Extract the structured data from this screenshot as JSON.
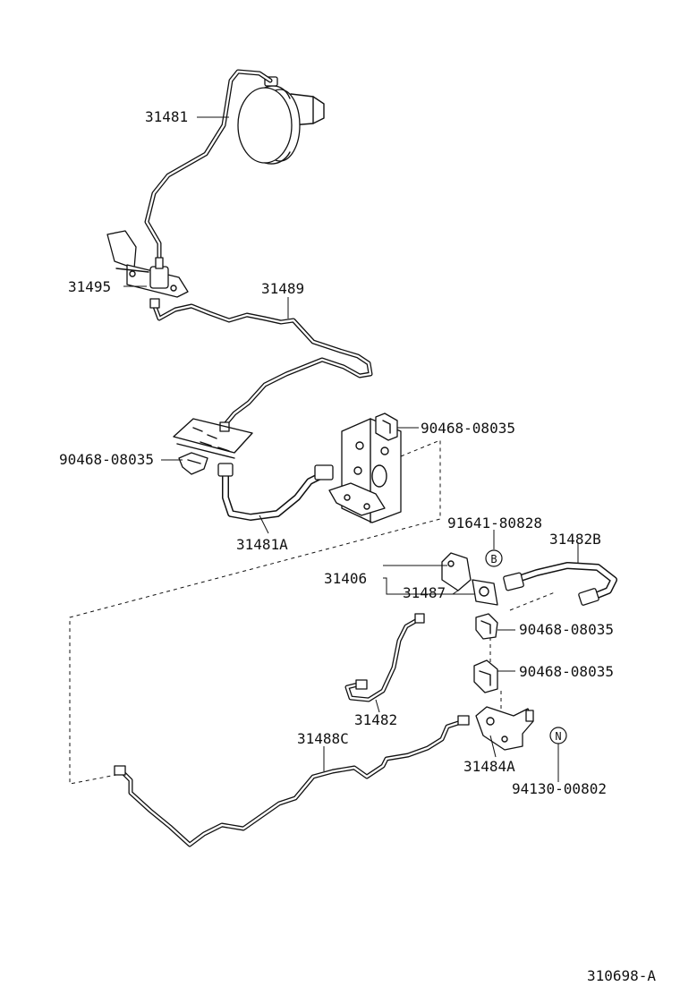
{
  "diagram_id": "310698-A",
  "callouts": {
    "p31481": "31481",
    "p31495": "31495",
    "p31489": "31489",
    "clip_upper_right": "90468-08035",
    "clip_left": "90468-08035",
    "p31481A": "31481A",
    "p91641": "91641-80828",
    "p31482B": "31482B",
    "p31406": "31406",
    "p31487": "31487",
    "clip_mid_1": "90468-08035",
    "clip_mid_2": "90468-08035",
    "p31482": "31482",
    "p31488C": "31488C",
    "p31484A": "31484A",
    "p94130": "94130-00802"
  },
  "markers": {
    "b": "B",
    "n": "N"
  }
}
